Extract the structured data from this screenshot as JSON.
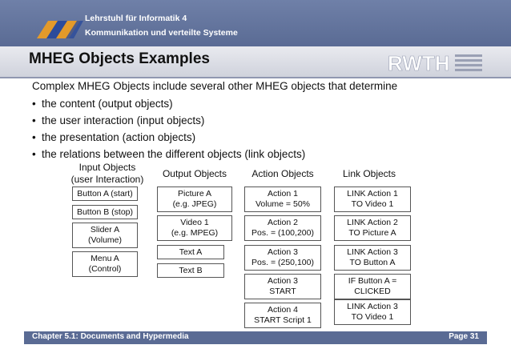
{
  "header": {
    "line1": "Lehrstuhl für Informatik 4",
    "line2": "Kommunikation und verteilte Systeme",
    "logo_icon": "i4-logo",
    "university_logo": "RWTH"
  },
  "slide": {
    "title": "MHEG Objects Examples",
    "intro": "Complex MHEG Objects include several other MHEG objects that determine",
    "bullets": [
      "the content (output objects)",
      "the user interaction (input objects)",
      "the presentation (action objects)",
      "the relations between the different objects (link objects)"
    ]
  },
  "table": {
    "headers": {
      "input": [
        "Input Objects",
        "(user Interaction)"
      ],
      "output": "Output Objects",
      "action": "Action Objects",
      "link": "Link Objects"
    },
    "input": [
      [
        "Button A (start)"
      ],
      [
        "Button B (stop)"
      ],
      [
        "Slider A",
        "(Volume)"
      ],
      [
        "Menu A",
        "(Control)"
      ]
    ],
    "output": [
      [
        "Picture A",
        "(e.g. JPEG)"
      ],
      [
        "Video 1",
        "(e.g. MPEG)"
      ],
      [
        "Text A"
      ],
      [
        "Text B"
      ]
    ],
    "action": [
      [
        "Action 1",
        "Volume =  50%"
      ],
      [
        "Action 2",
        "Pos. =  (100,200)"
      ],
      [
        "Action 3",
        "Pos. = (250,100)"
      ],
      [
        "Action 3",
        "START"
      ],
      [
        "Action 4",
        "START Script 1"
      ]
    ],
    "link": [
      [
        "LINK Action 1",
        "TO Video 1"
      ],
      [
        "LINK Action 2",
        "TO Picture A"
      ],
      [
        "LINK Action 3",
        "TO Button A"
      ],
      [
        "IF Button A =",
        "CLICKED"
      ],
      [
        "LINK Action 3",
        "TO Video 1"
      ]
    ]
  },
  "footer": {
    "chapter": "Chapter 5.1: Documents and Hypermedia",
    "page": "Page 31"
  },
  "colors": {
    "header_bg": "#5a6b94",
    "logo_orange": "#e39a2a",
    "logo_blue": "#2b4b9b"
  }
}
